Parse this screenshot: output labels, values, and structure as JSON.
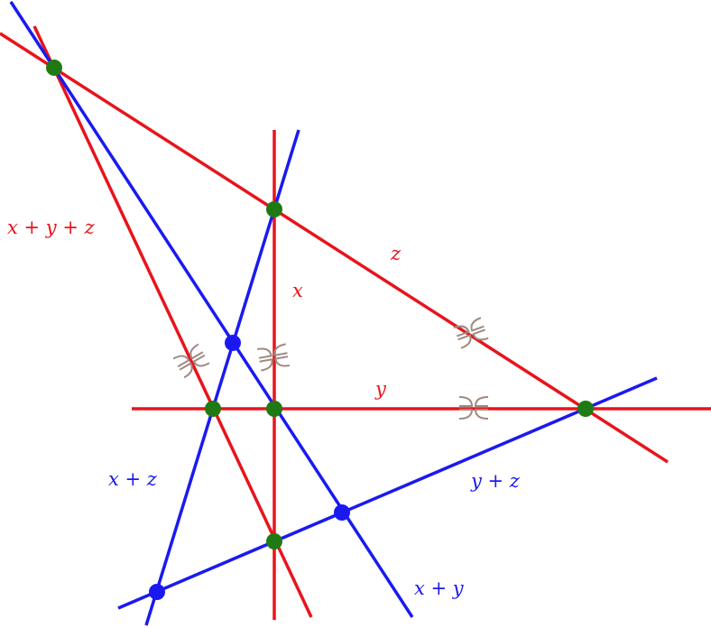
{
  "colors": {
    "red_line": "#e8141c",
    "blue_line": "#1a1af0",
    "green_point": "#1f7a14",
    "blue_point": "#1a1af0",
    "ornament": "#a08a82"
  },
  "labels": {
    "x_plus_y_plus_z": "x + y + z",
    "z": "z",
    "x": "x",
    "y": "y",
    "x_plus_z": "x + z",
    "y_plus_z": "y + z",
    "x_plus_y": "x + y"
  }
}
